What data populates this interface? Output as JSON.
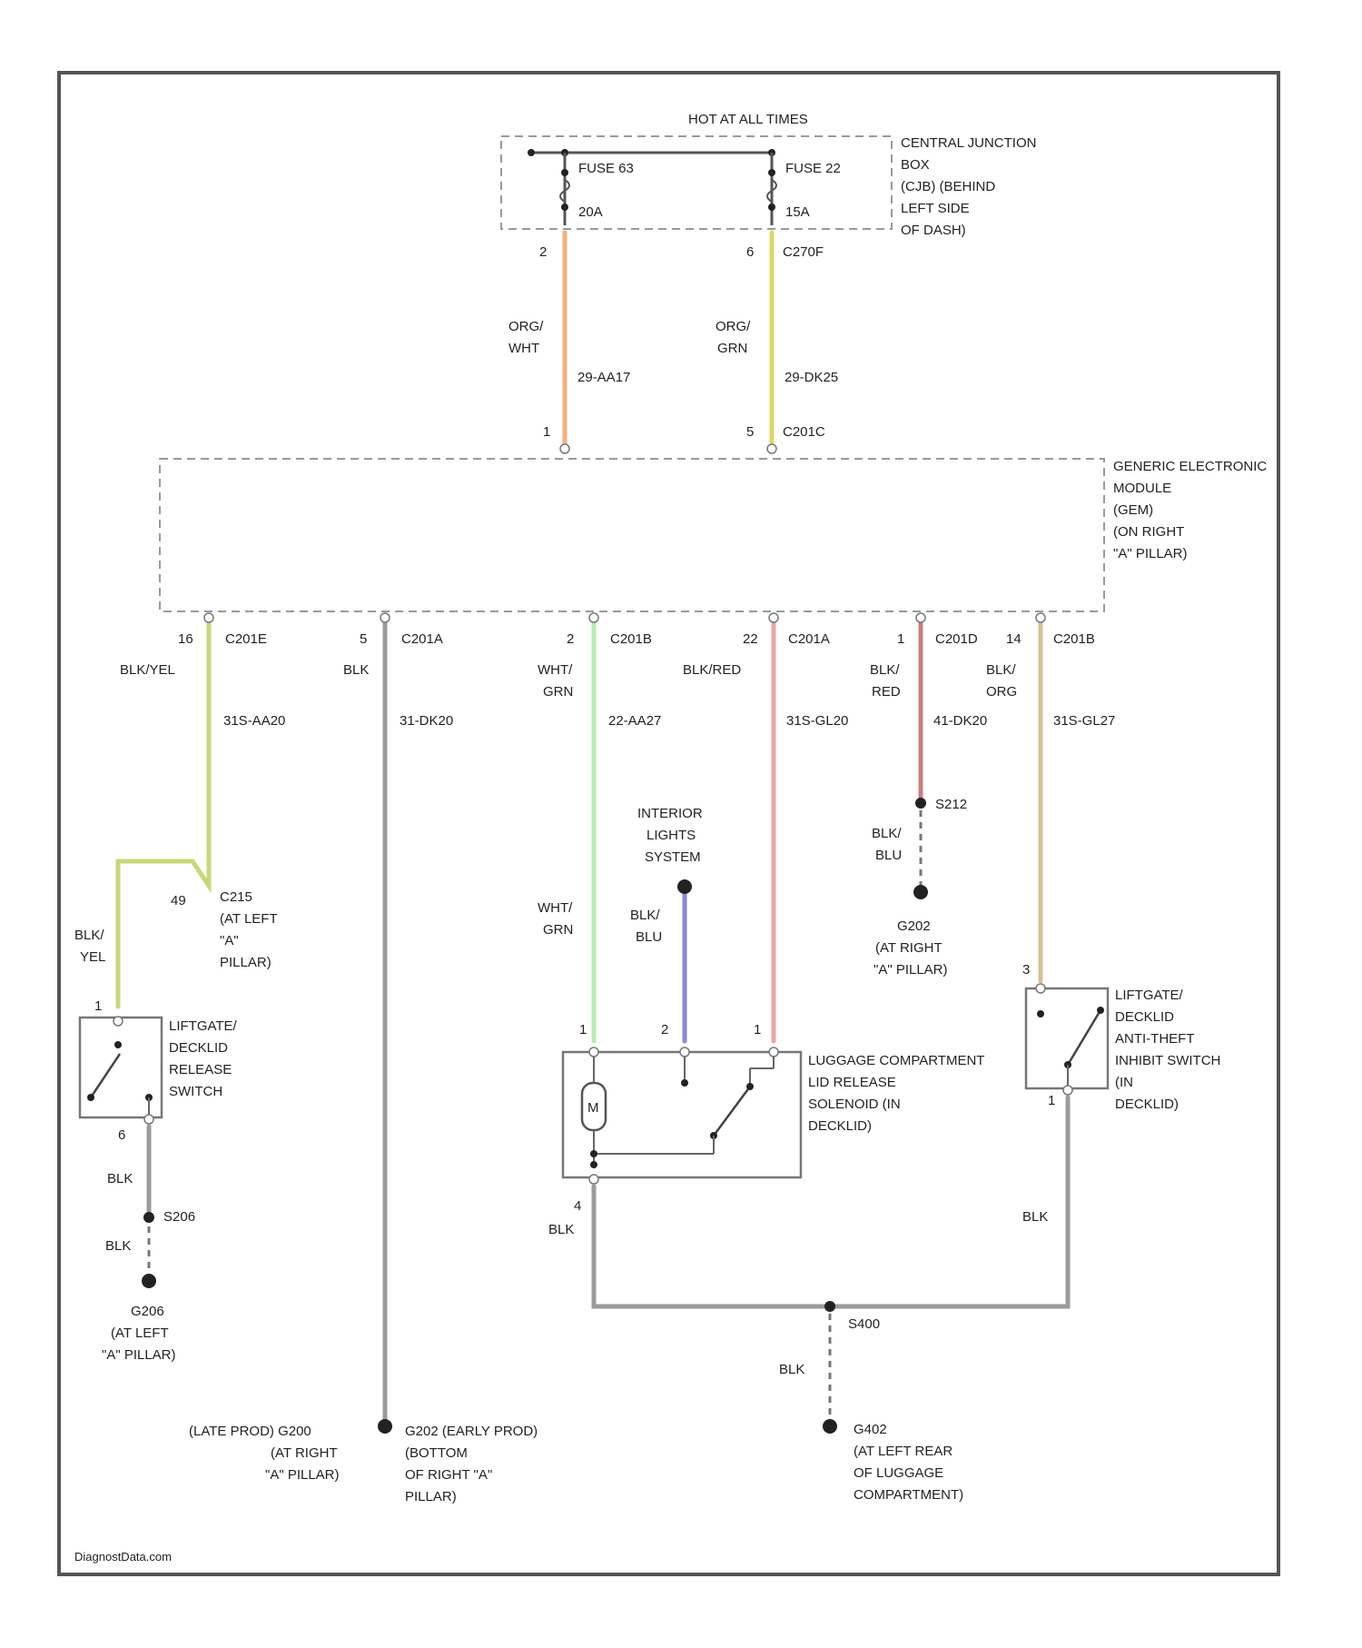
{
  "header": {
    "power_label": "HOT AT ALL TIMES"
  },
  "junction_box": {
    "name_lines": [
      "CENTRAL JUNCTION",
      "BOX",
      "(CJB) (BEHIND",
      "LEFT SIDE",
      "OF DASH)"
    ],
    "fuse_a": {
      "name": "FUSE 63",
      "rating": "20A",
      "pin": "2"
    },
    "fuse_b": {
      "name": "FUSE 22",
      "rating": "15A",
      "pin": "6",
      "connector": "C270F"
    }
  },
  "feed_wires": [
    {
      "color_lines": [
        "ORG/",
        "WHT"
      ],
      "circuit": "29-AA17",
      "pin": "1",
      "stroke": "#f3b17f"
    },
    {
      "color_lines": [
        "ORG/",
        "GRN"
      ],
      "circuit": "29-DK25",
      "pin": "5",
      "connector": "C201C",
      "stroke": "#dcd86a"
    }
  ],
  "gem": {
    "name_lines": [
      "GENERIC ELECTRONIC",
      "MODULE",
      "(GEM)",
      "(ON RIGHT",
      "\"A\" PILLAR)"
    ]
  },
  "gem_outputs": [
    {
      "pin": "16",
      "connector": "C201E",
      "color": "BLK/YEL",
      "circuit": "31S-AA20",
      "stroke": "#c9d77a"
    },
    {
      "pin": "5",
      "connector": "C201A",
      "color": "BLK",
      "circuit": "31-DK20",
      "stroke": "#9b9b9b"
    },
    {
      "pin": "2",
      "connector": "C201B",
      "color_lines": [
        "WHT/",
        "GRN"
      ],
      "circuit": "22-AA27",
      "stroke": "#b8efb0"
    },
    {
      "pin": "22",
      "connector": "C201A",
      "color": "BLK/RED",
      "circuit": "31S-GL20",
      "stroke": "#e8a7a7"
    },
    {
      "pin": "1",
      "connector": "C201D",
      "color_lines": [
        "BLK/",
        "RED"
      ],
      "circuit": "41-DK20",
      "stroke": "#c88080"
    },
    {
      "pin": "14",
      "connector": "C201B",
      "color_lines": [
        "BLK/",
        "ORG"
      ],
      "circuit": "31S-GL27",
      "stroke": "#d9c09a"
    }
  ],
  "connector_c215": {
    "pin": "49",
    "lines": [
      "C215",
      "(AT LEFT",
      "\"A\"",
      "PILLAR)"
    ],
    "wire_color_lines": [
      "BLK/",
      "YEL"
    ]
  },
  "release_switch": {
    "name_lines": [
      "LIFTGATE/",
      "DECKLID",
      "RELEASE",
      "SWITCH"
    ],
    "pin_top": "1",
    "pin_bottom": "6"
  },
  "left_ground": {
    "wire1": "BLK",
    "splice": "S206",
    "wire2": "BLK",
    "ground_lines": [
      "G206",
      "(AT LEFT",
      "\"A\" PILLAR)"
    ]
  },
  "interior_lights": {
    "lines": [
      "INTERIOR",
      "LIGHTS",
      "SYSTEM"
    ],
    "wire_color_lines": [
      "BLK/",
      "BLU"
    ],
    "stroke": "#8888dd"
  },
  "solenoid": {
    "name_lines": [
      "LUGGAGE COMPARTMENT",
      "LID RELEASE",
      "SOLENOID (IN",
      "DECKLID)"
    ],
    "pins": [
      "1",
      "2",
      "1"
    ],
    "bottom_pin": "4",
    "left_wire_color_lines": [
      "WHT/",
      "GRN"
    ],
    "motor_label": "M"
  },
  "right_splice": {
    "splice": "S212",
    "wire_color_lines": [
      "BLK/",
      "BLU"
    ],
    "ground_lines": [
      "G202",
      "(AT RIGHT",
      "\"A\" PILLAR)"
    ]
  },
  "antitheft_switch": {
    "name_lines": [
      "LIFTGATE/",
      "DECKLID",
      "ANTI-THEFT",
      "INHIBIT SWITCH",
      "(IN",
      "DECKLID)"
    ],
    "pin_top": "3",
    "pin_bottom": "1"
  },
  "rear_ground": {
    "wire_left": "BLK",
    "wire_right": "BLK",
    "splice": "S400",
    "wire_down": "BLK",
    "ground_lines": [
      "G402",
      "(AT LEFT REAR",
      "OF LUGGAGE",
      "COMPARTMENT)"
    ]
  },
  "center_ground": {
    "left_lines": [
      "(LATE PROD)   G200",
      "(AT RIGHT",
      "\"A\" PILLAR)"
    ],
    "right_lines": [
      "G202   (EARLY PROD)",
      "(BOTTOM",
      "OF RIGHT \"A\"",
      "PILLAR)"
    ]
  },
  "footer": {
    "watermark": "DiagnostData.com"
  }
}
